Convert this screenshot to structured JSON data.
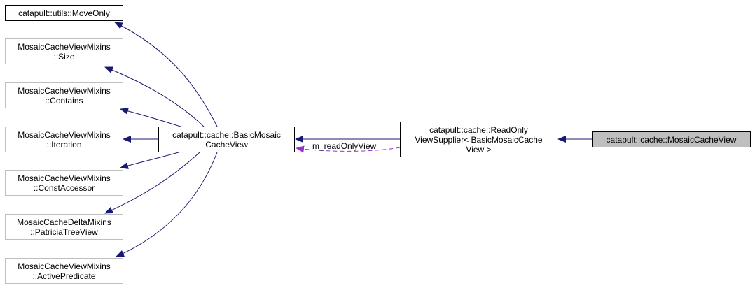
{
  "colors": {
    "inheritance_edge": "#191970",
    "usage_edge": "#9a32cd",
    "highlight_fill": "#bfbfbf",
    "faint_border": "#bfbfbf"
  },
  "nodes": {
    "move_only": "catapult::utils::MoveOnly",
    "size": [
      "MosaicCacheViewMixins",
      "::Size"
    ],
    "contains": [
      "MosaicCacheViewMixins",
      "::Contains"
    ],
    "iteration": [
      "MosaicCacheViewMixins",
      "::Iteration"
    ],
    "const_accessor": [
      "MosaicCacheViewMixins",
      "::ConstAccessor"
    ],
    "patricia_tree_view": [
      "MosaicCacheDeltaMixins",
      "::PatriciaTreeView"
    ],
    "active_predicate": [
      "MosaicCacheViewMixins",
      "::ActivePredicate"
    ],
    "basic_mosaic_cache_view": [
      "catapult::cache::BasicMosaic",
      "CacheView"
    ],
    "read_only_view_supplier": [
      "catapult::cache::ReadOnly",
      "ViewSupplier< BasicMosaicCache",
      "View >"
    ],
    "mosaic_cache_view": "catapult::cache::MosaicCacheView"
  },
  "edge_labels": {
    "read_only_view": "m_readOnlyView"
  }
}
